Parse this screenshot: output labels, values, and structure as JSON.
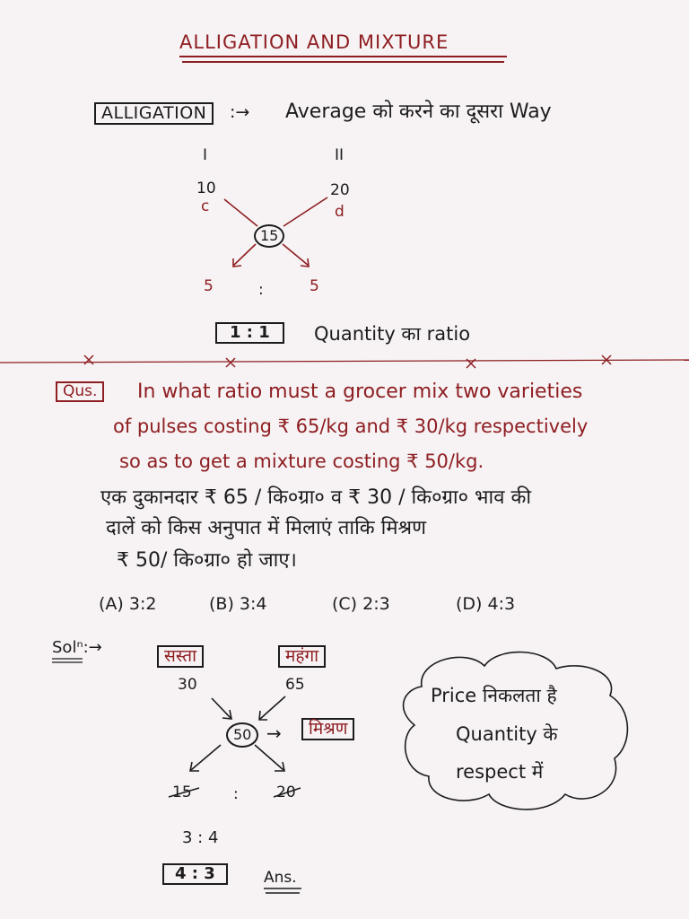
{
  "title": "ALLIGATION AND MIXTURE",
  "alligation": {
    "label": "ALLIGATION",
    "arrow": ":→",
    "description": "Average को करने का दूसरा Way",
    "col1_label": "I",
    "col2_label": "II",
    "col1_value": "10",
    "col1_var": "c",
    "col2_value": "20",
    "col2_var": "d",
    "mean": "15",
    "diff_left": "5",
    "colon": ":",
    "diff_right": "5",
    "ratio_box": "1 : 1",
    "ratio_caption": "Quantity का ratio"
  },
  "question": {
    "label": "Qus.",
    "english_lines": [
      "In what ratio must a grocer mix two varieties",
      "of pulses costing ₹ 65/kg and ₹ 30/kg respectively",
      "so as to get a mixture costing ₹ 50/kg."
    ],
    "hindi_lines": [
      "एक दुकानदार ₹ 65 / कि०ग्रा० व ₹ 30 / कि०ग्रा० भाव की",
      "दालें को किस अनुपात में मिलाएं ताकि मिश्रण",
      "₹ 50/ कि०ग्रा० हो जाए।"
    ],
    "options": [
      "(A) 3:2",
      "(B) 3:4",
      "(C) 2:3",
      "(D) 4:3"
    ]
  },
  "solution": {
    "label": "Solⁿ:→",
    "cheap_label": "सस्ता",
    "costly_label": "महंगा",
    "cheap_value": "30",
    "costly_value": "65",
    "mean": "50",
    "mixture_arrow": "→",
    "mixture_label": "मिश्रण",
    "diff_left": "15",
    "colon": ":",
    "diff_right": "20",
    "simplified": "3 : 4",
    "answer_box": "4 : 3",
    "answer_label": "Ans.",
    "cloud_lines": [
      "Price निकलता है",
      "Quantity के",
      "respect में"
    ]
  }
}
